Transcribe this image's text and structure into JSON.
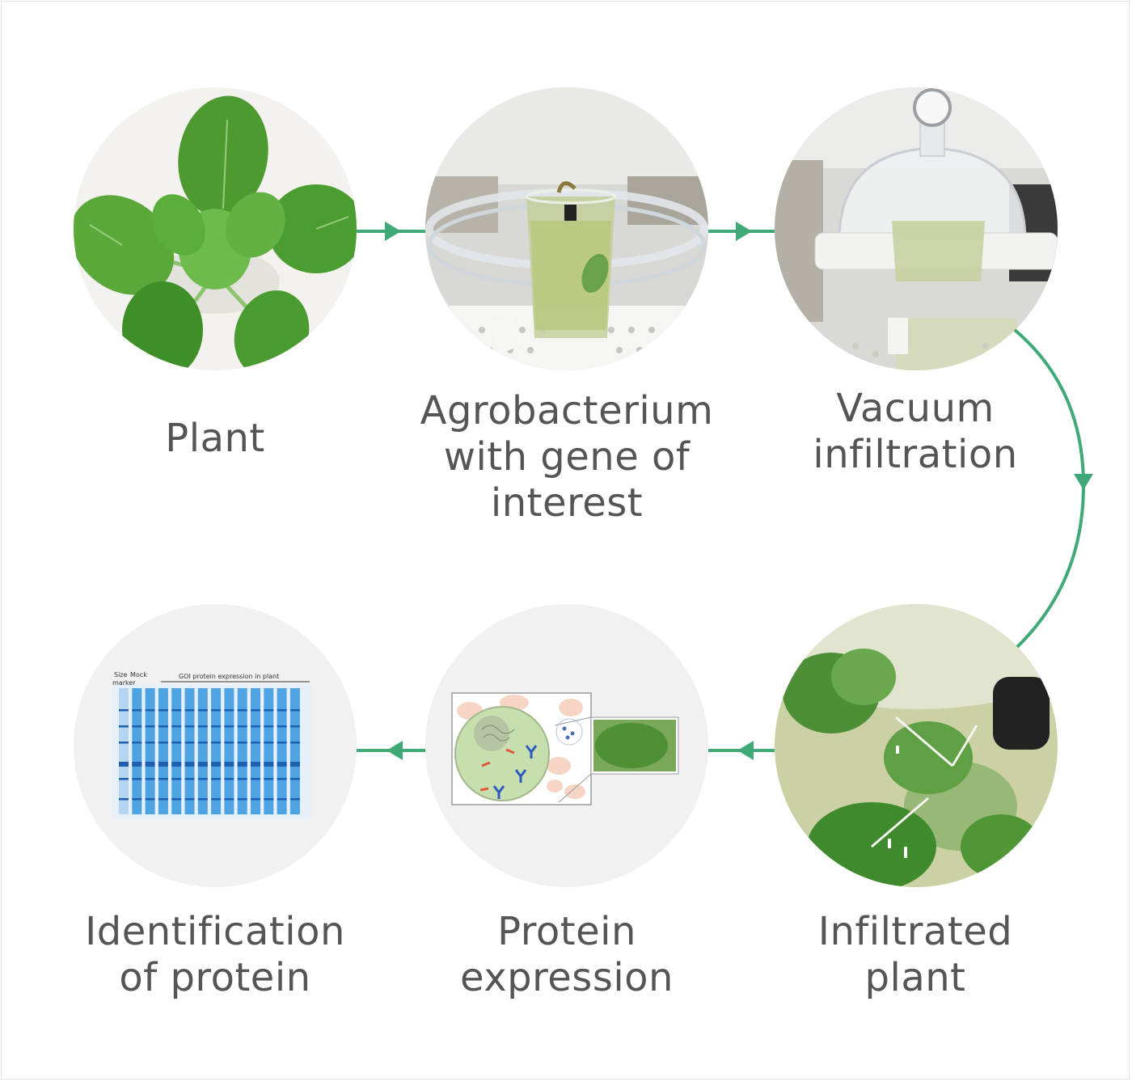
{
  "colors": {
    "arrow": "#3faa78",
    "caption": "#555555",
    "leaf_dark": "#3f8f28",
    "leaf_light": "#6dbb4c",
    "gel_blue": "#3d9ae0",
    "light_circle": "#f1f1f1"
  },
  "steps": [
    {
      "id": "plant",
      "lines": [
        "Plant"
      ]
    },
    {
      "id": "agrobacterium",
      "lines": [
        "Agrobacterium",
        "with gene of interest"
      ]
    },
    {
      "id": "vacuum",
      "lines": [
        "Vacuum",
        "infiltration"
      ]
    },
    {
      "id": "infiltrated",
      "lines": [
        "Infiltrated",
        "plant"
      ]
    },
    {
      "id": "expression",
      "lines": [
        "Protein",
        "expression"
      ]
    },
    {
      "id": "identification",
      "lines": [
        "Identification",
        "of protein"
      ]
    }
  ],
  "gel": {
    "label_size": "Size",
    "label_marker": "marker",
    "label_mock": "Mock",
    "label_goi": "GOI protein expression in plant"
  }
}
